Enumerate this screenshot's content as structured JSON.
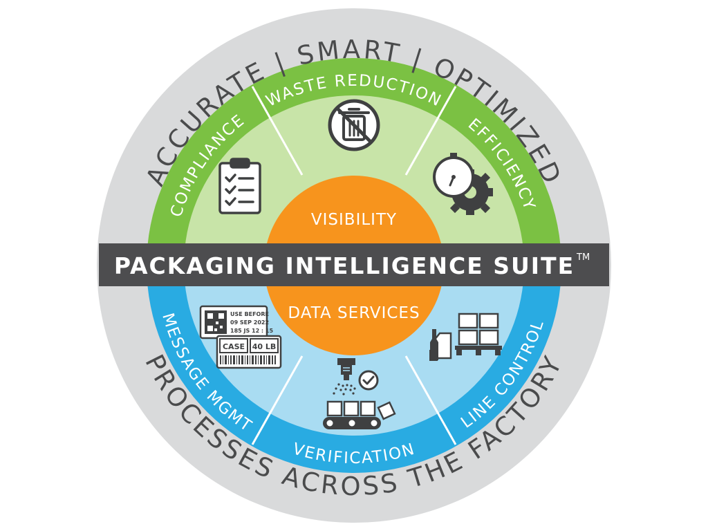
{
  "outer_ring": {
    "top_text": "ACCURATE  |  SMART  |  OPTIMIZED",
    "bottom_text": "PROCESSES ACROSS THE FACTORY"
  },
  "top_segments": [
    {
      "label": "COMPLIANCE",
      "icon": "clipboard-checklist-icon"
    },
    {
      "label": "WASTE REDUCTION",
      "icon": "no-trash-icon"
    },
    {
      "label": "EFFICIENCY",
      "icon": "stopwatch-gear-icon"
    }
  ],
  "bottom_segments": [
    {
      "label": "MESSAGE MGMT",
      "icon": "label-barcode-icon"
    },
    {
      "label": "VERIFICATION",
      "icon": "printer-conveyor-icon"
    },
    {
      "label": "LINE CONTROL",
      "icon": "pallet-boxes-icon"
    }
  ],
  "core": {
    "top_label": "VISIBILITY",
    "bottom_label": "DATA SERVICES"
  },
  "banner": {
    "title": "PACKAGING INTELLIGENCE SUITE",
    "trademark": "TM"
  },
  "label_icon_text": {
    "use_before": "USE BEFORE",
    "date": "09 SEP 2022",
    "code": "185 JS 12 : 15",
    "case": "CASE",
    "weight": "40 LB"
  },
  "colors": {
    "outer_ring": "#d9dadb",
    "green_band": "#7bc143",
    "green_fill": "#c8e4a8",
    "blue_band": "#29abe2",
    "blue_fill": "#a9dcf2",
    "core": "#f7941d",
    "banner": "#4d4d4f",
    "icon": "#3f4041"
  }
}
